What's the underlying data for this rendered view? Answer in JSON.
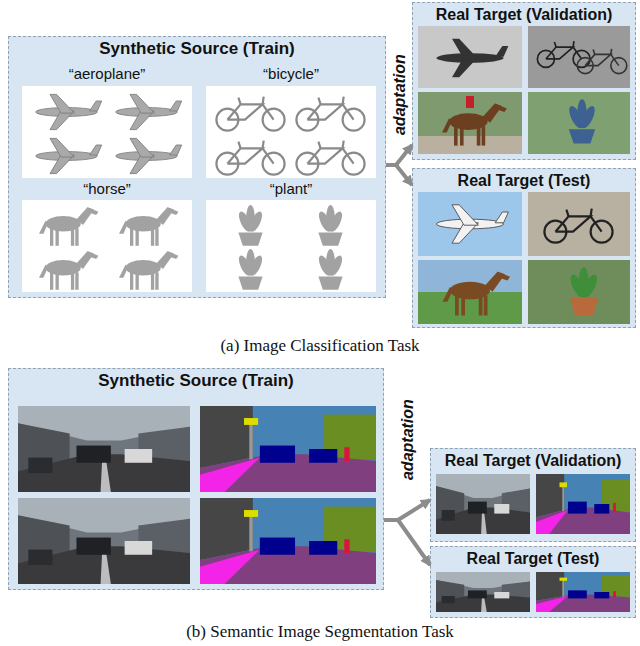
{
  "diagram": {
    "nodes": [
      {
        "text": [
          "Synthetic Source (Train)"
        ]
      },
      {
        "text": [
          "Real Target (Validation)"
        ]
      },
      {
        "text": [
          "Real Target (Test)"
        ]
      },
      {
        "text": [
          "Synthetic Source (Train)"
        ]
      },
      {
        "text": [
          "Real Target (Validation)"
        ]
      },
      {
        "text": [
          "Real Target (Test)"
        ]
      }
    ],
    "edges": [
      {
        "from": 0,
        "to": 1,
        "arrow": "to"
      },
      {
        "from": 0,
        "to": 2,
        "arrow": "to"
      },
      {
        "from": 3,
        "to": 4,
        "arrow": "to"
      },
      {
        "from": 3,
        "to": 5,
        "arrow": "to"
      }
    ],
    "labels": [
      "“aeroplane”",
      "“bicycle”",
      "“horse”",
      "“plant”",
      "adaptation",
      "(a) Image Classification Task",
      "adaptation",
      "(b) Semantic Image Segmentation Task"
    ]
  }
}
